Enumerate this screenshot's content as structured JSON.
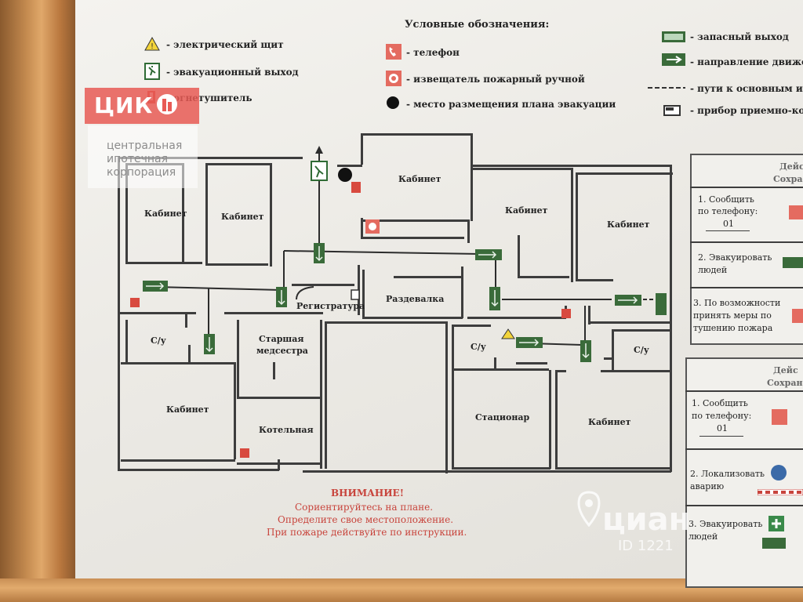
{
  "legend": {
    "title": "Условные обозначения:",
    "items": [
      {
        "icon": "warning-icon",
        "label": "- электрический щит"
      },
      {
        "icon": "evacuation-exit-icon",
        "label": "- эвакуационный выход"
      },
      {
        "icon": "extinguisher-icon",
        "label": "- огнетушитель"
      },
      {
        "icon": "phone-icon",
        "label": "- телефон"
      },
      {
        "icon": "fire-alarm-icon",
        "label": "- извещатель пожарный ручной"
      },
      {
        "icon": "location-dot-icon",
        "label": "- место размещения плана эвакуации"
      },
      {
        "icon": "spare-exit-icon",
        "label": "- запасный выход"
      },
      {
        "icon": "direction-arrow-icon",
        "label": "- направление движе"
      },
      {
        "icon": "dashed-path-icon",
        "label": "- пути к основным и з"
      },
      {
        "icon": "receiver-device-icon",
        "label": "- прибор приемно-кон"
      }
    ]
  },
  "rooms": {
    "cab1": "Кабинет",
    "cab2": "Кабинет",
    "cab3": "Кабинет",
    "cab4": "Кабинет",
    "cab5": "Кабинет",
    "cab6": "Кабинет",
    "cab7": "Кабинет",
    "wc1": "С/у",
    "wc2": "С/у",
    "wc3": "С/у",
    "nurse1": "Старшая",
    "nurse2": "медсестра",
    "boiler": "Котельная",
    "reception": "Регистратура",
    "cloak": "Раздевалка",
    "hospital": "Стационар"
  },
  "warning": {
    "title": "ВНИМАНИЕ!",
    "line1": "Сориентируйтесь на плане.",
    "line2": "Определите свое местоположение.",
    "line3": "При пожаре действуйте по инструкции."
  },
  "panel1": {
    "header1": "Дейс",
    "header2": "Сохра",
    "s1a": "1. Сообщить",
    "s1b": "по телефону:",
    "s1c": "01",
    "s2a": "2. Эвакуировать",
    "s2b": "людей",
    "s3a": "3. По возможности",
    "s3b": "принять меры по",
    "s3c": "тушению пожара"
  },
  "panel2": {
    "header1": "Дейс",
    "header2": "Сохран",
    "s1a": "1. Сообщить",
    "s1b": "по телефону:",
    "s1c": "01",
    "s2a": "2. Локализовать",
    "s2b": "аварию",
    "s3a": "3. Эвакуировать",
    "s3b": "людей"
  },
  "logo": {
    "name": "ЦИК",
    "sub1": "центральная",
    "sub2": "ипотечная",
    "sub3": "корпорация"
  },
  "watermark": {
    "brand": "циан",
    "id": "ID 1221"
  },
  "colors": {
    "red": "#c8443c",
    "green": "#3a6b3a",
    "wall": "#3d3d3d"
  }
}
